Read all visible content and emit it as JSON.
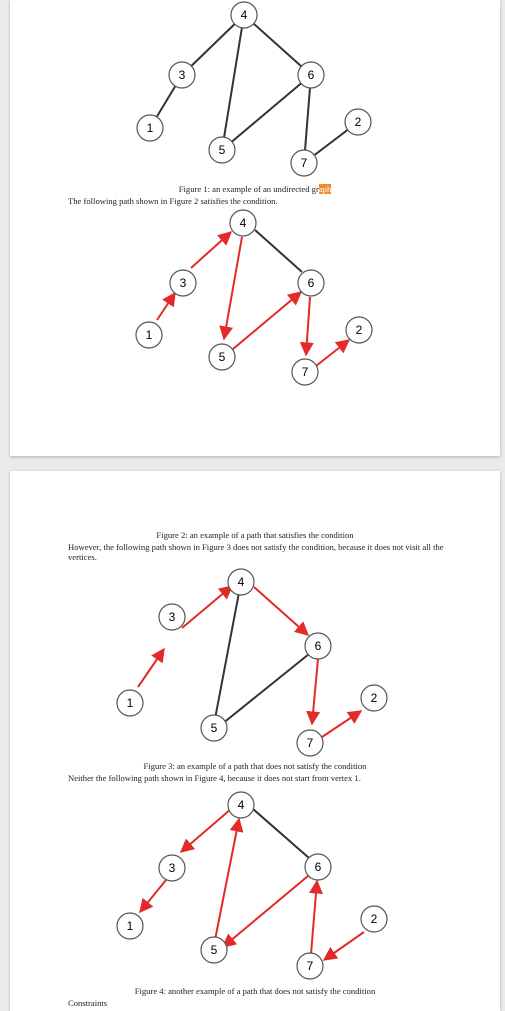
{
  "figure1_caption_pre": "Figure 1: an example of an undirected gr",
  "figure1_caption_hl": "aph",
  "para1": "The following path shown in Figure 2 satisfies the condition.",
  "figure2_caption": "Figure 2: an example of a path that satisfies the condition",
  "para2": "However, the following path shown in Figure 3 does not satisfy the condition, because it does not visit all the vertices.",
  "figure3_caption": "Figure 3: an example of a path that does not satisfy the condition",
  "para3": "Neither the following path shown in Figure 4, because it does not start from vertex 1.",
  "figure4_caption": "Figure 4: another example of a path that does not satisfy the condition",
  "cutoff_text": "Constraints",
  "node_labels": {
    "n1": "1",
    "n2": "2",
    "n3": "3",
    "n4": "4",
    "n5": "5",
    "n6": "6",
    "n7": "7"
  },
  "colors": {
    "edge": "#333333",
    "path": "#e32a2a",
    "node_stroke": "#555555"
  }
}
